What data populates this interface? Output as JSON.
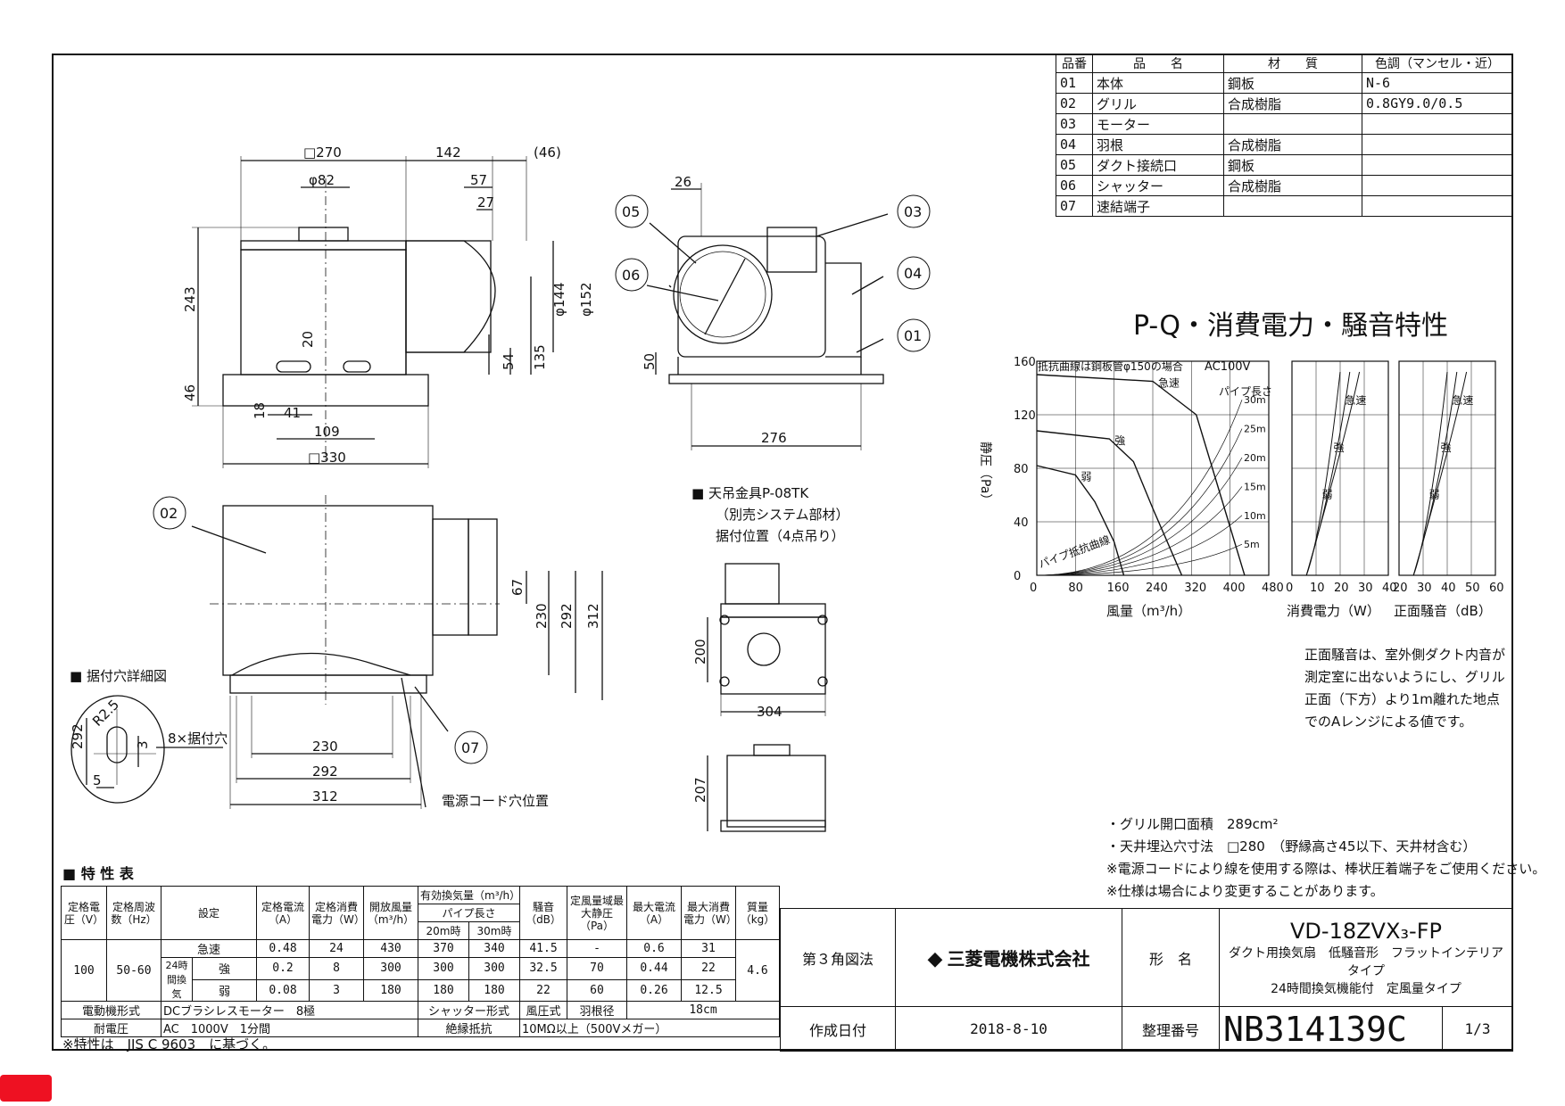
{
  "parts_table": {
    "headers": [
      "品番",
      "品　　名",
      "材　　質",
      "色調（マンセル・近）"
    ],
    "rows": [
      {
        "no": "01",
        "name": "本体",
        "material": "鋼板",
        "color": "N-6"
      },
      {
        "no": "02",
        "name": "グリル",
        "material": "合成樹脂",
        "color": "0.8GY9.0/0.5"
      },
      {
        "no": "03",
        "name": "モーター",
        "material": "",
        "color": ""
      },
      {
        "no": "04",
        "name": "羽根",
        "material": "合成樹脂",
        "color": ""
      },
      {
        "no": "05",
        "name": "ダクト接続口",
        "material": "鋼板",
        "color": ""
      },
      {
        "no": "06",
        "name": "シャッター",
        "material": "合成樹脂",
        "color": ""
      },
      {
        "no": "07",
        "name": "速結端子",
        "material": "",
        "color": ""
      }
    ]
  },
  "drawing_labels": {
    "dims": {
      "d270": "□270",
      "d142": "142",
      "d46a": "(46)",
      "d82": "φ82",
      "d57": "57",
      "d27": "27",
      "d243": "243",
      "d20": "20",
      "d144": "φ144",
      "d152": "φ152",
      "d54": "54",
      "d135": "135",
      "d46b": "46",
      "d18": "18",
      "d41": "41",
      "d109": "109",
      "d330": "□330",
      "d26": "26",
      "d50": "50",
      "d276": "276",
      "d67": "67",
      "d230v": "230",
      "d292v": "292",
      "d312v": "312",
      "d230h": "230",
      "d292h": "292",
      "d312h": "312",
      "d200": "200",
      "d304": "304",
      "d207": "207",
      "r25": "R2.5",
      "d292s": "292",
      "d3": "3",
      "d5": "5"
    },
    "callouts": [
      "01",
      "02",
      "03",
      "04",
      "05",
      "06",
      "07"
    ],
    "mount_hole_detail": "■ 据付穴詳細図",
    "mount_holes": "8×据付穴",
    "power_cord_hole": "電源コード穴位置",
    "hanger_title": "■ 天吊金具P-08TK",
    "hanger_sub1": "（別売システム部材）",
    "hanger_sub2": "据付位置（4点吊り）"
  },
  "chart_data": [
    {
      "type": "line",
      "title": "P-Q・消費電力・騒音特性",
      "subtitle": "抵抗曲線は鋼板管φ150の場合",
      "power": "AC100V",
      "xlabel": "風量（m³/h）",
      "ylabel": "静圧（Pa）",
      "xlim": [
        0,
        480
      ],
      "ylim": [
        0,
        160
      ],
      "xticks": [
        "0",
        "80",
        "160",
        "240",
        "320",
        "400",
        "480"
      ],
      "yticks": [
        "0",
        "40",
        "80",
        "120",
        "160"
      ],
      "series": [
        {
          "name": "急速",
          "x": [
            0,
            240,
            330,
            380,
            430
          ],
          "y": [
            150,
            145,
            120,
            60,
            0
          ]
        },
        {
          "name": "強",
          "x": [
            0,
            150,
            200,
            240,
            300
          ],
          "y": [
            108,
            102,
            85,
            50,
            0
          ]
        },
        {
          "name": "弱",
          "x": [
            0,
            80,
            120,
            160,
            180
          ],
          "y": [
            82,
            75,
            55,
            25,
            0
          ]
        }
      ],
      "resistance_label": "パイプ長さ",
      "resistance_curves": [
        "30m",
        "25m",
        "20m",
        "15m",
        "10m",
        "5m"
      ],
      "resistance_note": "パイプ抵抗曲線"
    },
    {
      "type": "line",
      "xlabel": "消費電力（W）",
      "xticks": [
        "0",
        "10",
        "20",
        "30",
        "40"
      ],
      "series_labels": [
        "急速",
        "強",
        "弱"
      ]
    },
    {
      "type": "line",
      "xlabel": "正面騒音（dB）",
      "xticks": [
        "20",
        "30",
        "40",
        "50",
        "60"
      ],
      "series_labels": [
        "急速",
        "強",
        "弱"
      ]
    }
  ],
  "noise_note": [
    "正面騒音は、室外側ダクト内音が",
    "測定室に出ないようにし、グリル",
    "正面（下方）より1m離れた地点",
    "でのAレンジによる値です。"
  ],
  "notes": [
    "・グリル開口面積　289cm²",
    "・天井埋込穴寸法　□280　（野縁高さ45以下、天井材含む）",
    "※電源コードにより線を使用する際は、棒状圧着端子をご使用ください。",
    "※仕様は場合により変更することがあります。"
  ],
  "spec_table": {
    "title": "■ 特 性 表",
    "headers": {
      "voltage": "定格電圧（V）",
      "freq": "定格周波数（Hz）",
      "setting": "設定",
      "current": "定格電流（A）",
      "power": "定格消費電力（W）",
      "open_air": "開放風量（m³/h）",
      "eff_air": "有効換気量（m³/h）",
      "pipe_len": "パイプ長さ",
      "m20": "20m時",
      "m30": "30m時",
      "noise": "騒音（dB）",
      "range_max": "定風量域最大静圧（Pa）",
      "max_current": "最大電流（A）",
      "max_power": "最大消費電力（W）",
      "mass": "質量（kg）"
    },
    "voltage": "100",
    "freq": "50-60",
    "mass": "4.6",
    "mode_24h": "24時間換気",
    "rows": [
      {
        "setting": "急速",
        "current": "0.48",
        "power": "24",
        "open_air": "430",
        "m20": "370",
        "m30": "340",
        "noise": "41.5",
        "range_max": "-",
        "max_current": "0.6",
        "max_power": "31"
      },
      {
        "setting": "強",
        "current": "0.2",
        "power": "8",
        "open_air": "300",
        "m20": "300",
        "m30": "300",
        "noise": "32.5",
        "range_max": "70",
        "max_current": "0.44",
        "max_power": "22"
      },
      {
        "setting": "弱",
        "current": "0.08",
        "power": "3",
        "open_air": "180",
        "m20": "180",
        "m30": "180",
        "noise": "22",
        "range_max": "60",
        "max_current": "0.26",
        "max_power": "12.5"
      }
    ],
    "motor_label": "電動機形式",
    "motor_value": "DCブラシレスモーター　8極",
    "shutter_label": "シャッター形式",
    "shutter_value": "風圧式",
    "blade_label": "羽根径",
    "blade_value": "18cm",
    "withstand_label": "耐電圧",
    "withstand_value": "AC　1000V　1分間",
    "insulation_label": "絶縁抵抗",
    "insulation_value": "10MΩ以上（500Vメガー）",
    "footnote": "※特性は　JIS C 9603　に基づく。"
  },
  "title_block": {
    "projection": "第３角図法",
    "company": "三菱電機株式会社",
    "model_label": "形　名",
    "model": "VD-18ZVX₃-FP",
    "desc1": "ダクト用換気扇　低騒音形　フラットインテリアタイプ",
    "desc2": "24時間換気機能付　定風量タイプ",
    "date_label": "作成日付",
    "date": "2018-8-10",
    "doc_label": "整理番号",
    "doc_no": "NB314139C",
    "page": "1/3"
  }
}
